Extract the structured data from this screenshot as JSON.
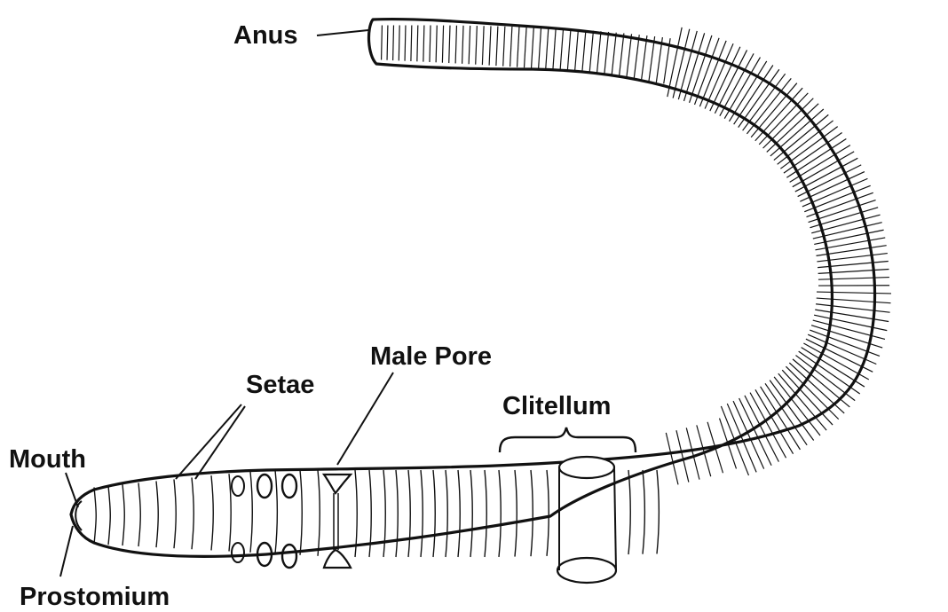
{
  "labels": {
    "anus": "Anus",
    "male_pore": "Male Pore",
    "setae": "Setae",
    "clitellum": "Clitellum",
    "mouth": "Mouth",
    "prostomium": "Prostomium"
  },
  "colors": {
    "ink": "#111111",
    "background": "#ffffff"
  }
}
